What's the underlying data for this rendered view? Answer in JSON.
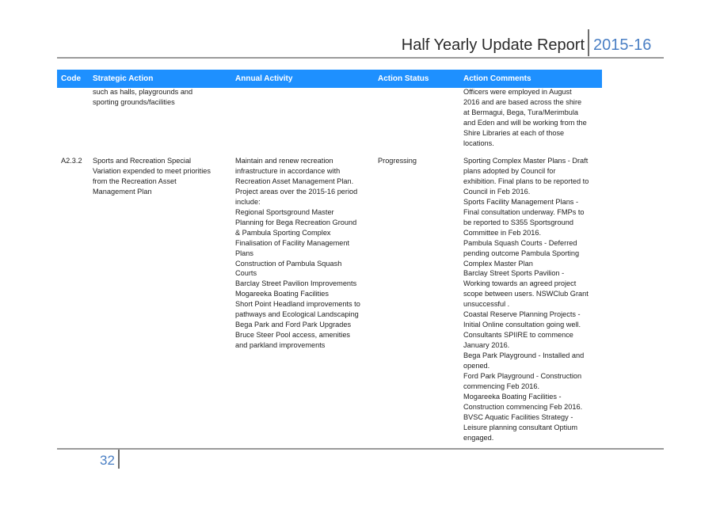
{
  "header": {
    "title": "Half Yearly Update Report",
    "year": "2015-16"
  },
  "table": {
    "columns": [
      "Code",
      "Strategic Action",
      "Annual Activity",
      "Action Status",
      "Action Comments"
    ],
    "row_continued": {
      "strategic_lines": [
        "such as halls, playgrounds and",
        "sporting grounds/facilities"
      ],
      "comment_lines": [
        "Officers were employed in August",
        "2016 and are based across the shire",
        "at Bermagui, Bega, Tura/Merimbula",
        "and Eden and will be working from the",
        "Shire Libraries at each of those",
        "locations."
      ]
    },
    "row_a232": {
      "code": "A2.3.2",
      "strategic_lines": [
        "Sports and Recreation Special",
        "Variation expended to meet priorities",
        "from the Recreation Asset",
        "Management Plan"
      ],
      "activity_lines": [
        "Maintain and renew recreation",
        "infrastructure in accordance with",
        "Recreation Asset Management Plan.",
        "Project areas over the 2015-16 period",
        "include:",
        "Regional Sportsground Master",
        "Planning for Bega Recreation Ground",
        "& Pambula Sporting Complex",
        "Finalisation of Facility Management",
        "Plans",
        "Construction of Pambula Squash",
        "Courts",
        "Barclay Street Pavilion Improvements",
        "Mogareeka Boating Facilities",
        "Short Point Headland improvements to",
        "pathways and Ecological Landscaping",
        "Bega Park and Ford Park Upgrades",
        "Bruce Steer Pool access, amenities",
        "and parkland improvements"
      ],
      "status": "Progressing",
      "comment_lines": [
        "Sporting Complex Master Plans - Draft",
        "plans adopted by Council for",
        "exhibition. Final plans to be reported to",
        "Council in Feb 2016.",
        "Sports Facility Management Plans -",
        "Final consultation underway. FMPs to",
        "be reported to S355 Sportsground",
        "Committee in Feb 2016.",
        "Pambula Squash Courts - Deferred",
        "pending outcome Pambula Sporting",
        "Complex Master Plan",
        "Barclay Street Sports Pavilion -",
        "Working towards an agreed project",
        "scope between users. NSWClub Grant",
        "unsuccessful .",
        "Coastal Reserve Planning Projects -",
        "Initial Online consultation going well.",
        "Consultants SPIIRE to commence",
        "January 2016.",
        "Bega Park Playground - Installed and",
        "opened.",
        "Ford Park Playground - Construction",
        "commencing Feb 2016.",
        "Mogareeka Boating Facilities -",
        "Construction commencing Feb 2016.",
        "BVSC Aquatic Facilities Strategy -",
        "Leisure planning consultant Optium",
        "engaged."
      ]
    }
  },
  "footer": {
    "page_number": "32"
  }
}
